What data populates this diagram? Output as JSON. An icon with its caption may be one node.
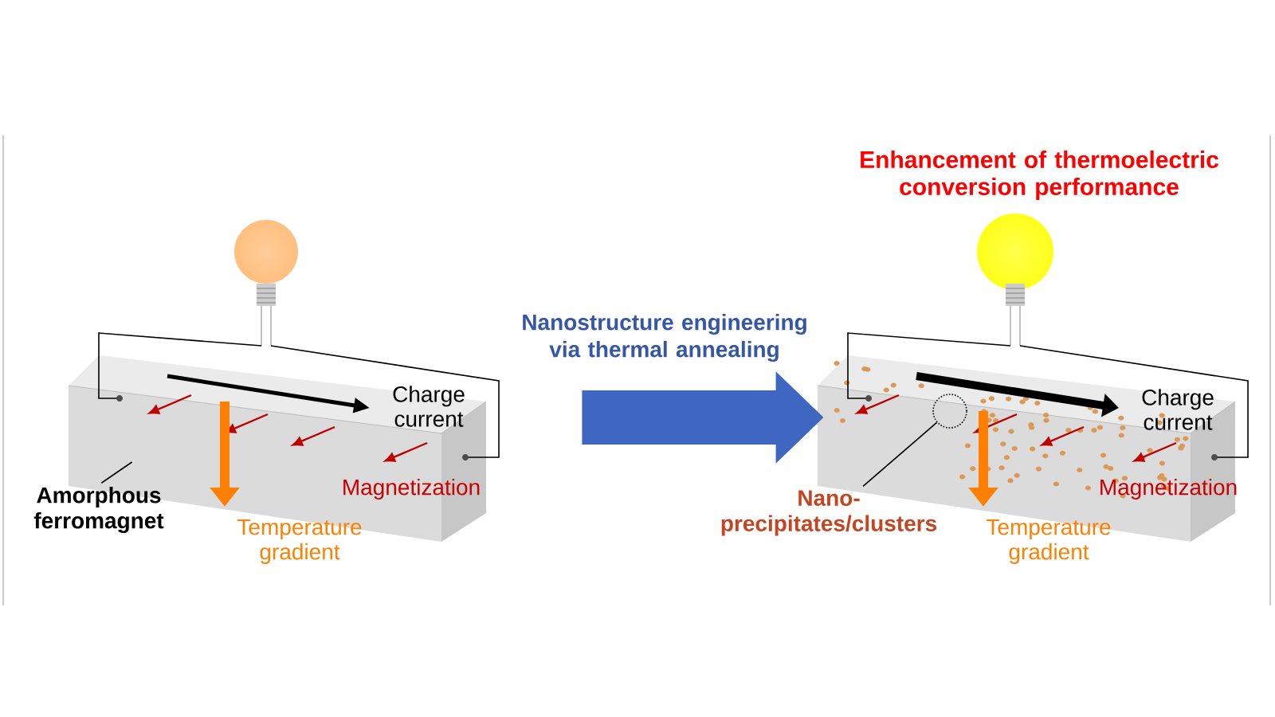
{
  "diagram": {
    "nodes": [
      {
        "text": [],
        "shape": "box"
      },
      {
        "text": [
          "Amorphous ferromagnet"
        ]
      },
      {
        "text": [],
        "shape": "box"
      },
      {
        "text": [],
        "shape": "circle",
        "in": 2
      },
      {
        "text": [
          "Nano- precipitates/clusters"
        ]
      }
    ],
    "edges": [
      {
        "from": 1,
        "to": 0,
        "arrow": "none"
      },
      {
        "from": 0,
        "to": 2,
        "arrow": "to",
        "label": "Nanostructure engineering via thermal annealing",
        "style": "thick",
        "color": "#3f67c2"
      },
      {
        "from": 4,
        "to": 3,
        "arrow": "none"
      }
    ],
    "labels": [
      "Charge current",
      "Magnetization",
      "Temperature gradient",
      "Enhancement of thermoelectric conversion performance",
      "Charge current",
      "Magnetization",
      "Temperature gradient"
    ]
  }
}
